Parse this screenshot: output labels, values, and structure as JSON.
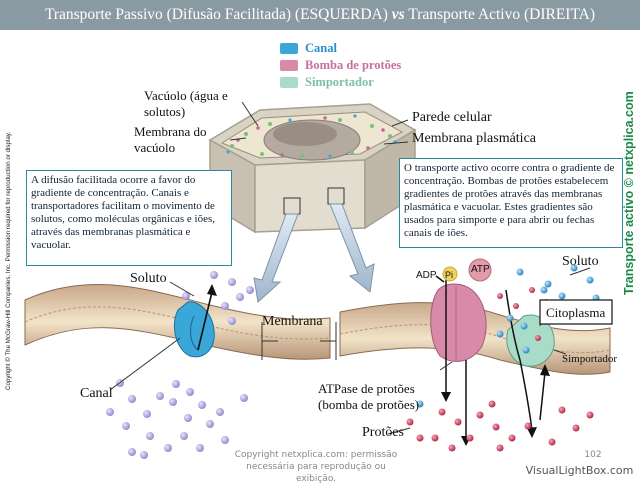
{
  "title": {
    "before": "Transporte Passivo (Difusão Facilitada) (ESQUERDA) ",
    "vs": "vs",
    "after": " Transporte Activo (DIREITA)"
  },
  "legend": [
    {
      "label": "Canal",
      "color": "#3aa7d8"
    },
    {
      "label": "Bomba de protões",
      "color": "#d98aa8"
    },
    {
      "label": "Simportador",
      "color": "#a9dcc8"
    }
  ],
  "labels": {
    "vacuole": "Vacúolo (água e solutos)",
    "vacuole_membrane": "Membrana do vacúolo",
    "cell_wall": "Parede celular",
    "plasma_membrane": "Membrana plasmática",
    "solute_left": "Soluto",
    "solute_right": "Soluto",
    "membrane": "Membrana",
    "channel": "Canal",
    "cytoplasm": "Citoplasma",
    "symporter": "Simportador",
    "atpase": "ATPase de protões (bomba de protões)",
    "protons": "Protões",
    "adp": "ADP",
    "pi": "Pi",
    "atp": "ATP"
  },
  "text_boxes": {
    "left": "A difusão facilitada ocorre a favor do gradiente de concentração. Canais e transportadores facilitam o movimento de solutos, como moléculas orgânicas e iões, através das membranas plasmática e vacuolar.",
    "right": "O transporte activo ocorre contra o gradiente de concentração. Bombas de protões estabelecem gradientes de protões através das membranas plasmática e vacuolar. Estes gradientes são usados para simporte e para abrir ou fechas canais de iões."
  },
  "side_copyright": "Copyright © The McGraw-Hill Companies, Inc. Permission required for reproduction or display.",
  "side_brand": "Transporte activo © netxplica.com",
  "footer": {
    "copyright": "Copyright netxplica.com: permissão necessária para reprodução ou exibição.",
    "page": "102",
    "watermark": "VisualLightBox.com"
  }
}
